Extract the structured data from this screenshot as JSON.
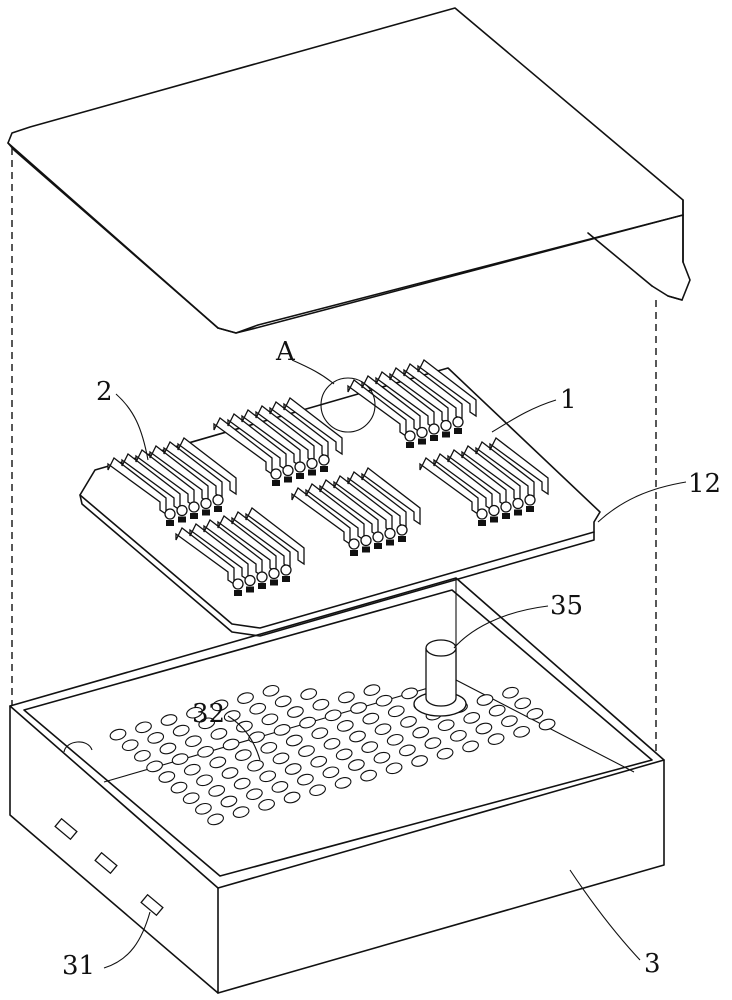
{
  "labels": {
    "detail": "A",
    "board": "1",
    "module": "2",
    "notch": "12",
    "box": "3",
    "slot": "31",
    "vent_holes": "32",
    "post": "35"
  }
}
